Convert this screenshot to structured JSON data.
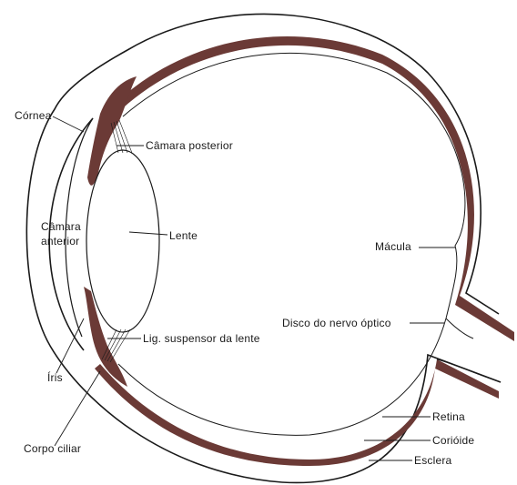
{
  "labels": {
    "cornea": "Córnea",
    "camara_posterior": "Câmara posterior",
    "camara_anterior_1": "Câmara",
    "camara_anterior_2": "anterior",
    "lente": "Lente",
    "macula": "Mácula",
    "disco_nervo_optico": "Disco do nervo óptico",
    "lig_suspensor": "Lig. suspensor da lente",
    "iris": "Íris",
    "corpo_ciliar": "Corpo ciliar",
    "retina": "Retina",
    "corioide": "Corióide",
    "esclera": "Esclera"
  },
  "colors": {
    "tissue": "#6b3a36",
    "outline": "#1a1a1a",
    "background": "#ffffff"
  }
}
